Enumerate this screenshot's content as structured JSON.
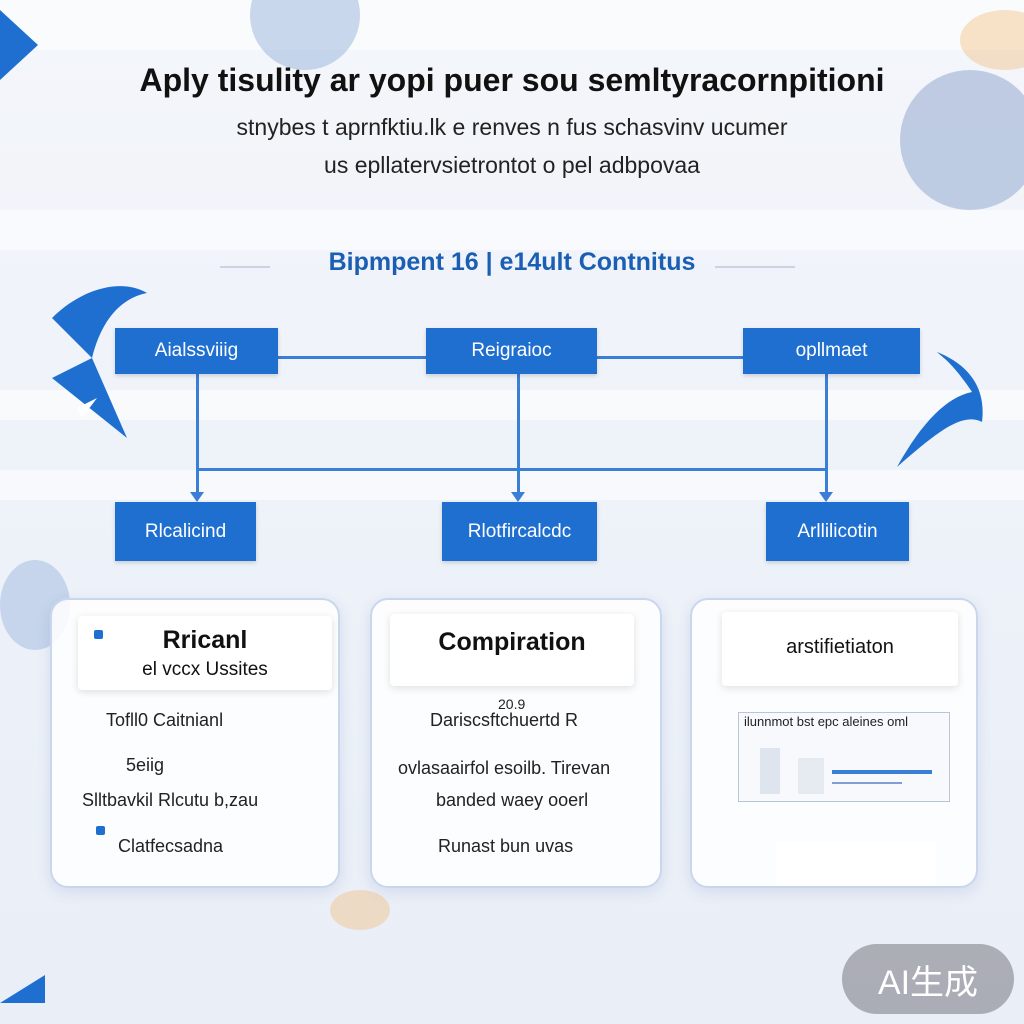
{
  "header": {
    "title": "Aply tisulity ar yopi puer sou semltyracornpitioni",
    "subtitle_line1": "stnybes t aprnfktiu.lk e renves n fus schasvinv ucumer",
    "subtitle_line2": "us epllatervsietrontot o pel adbpovaa"
  },
  "diagram": {
    "section_title": "Bipmpent 16 | e14ult Contnitus",
    "top_nodes": [
      "Aialssviiig",
      "Reigraioc",
      "opllmaet"
    ],
    "bottom_nodes": [
      "Rlcalicind",
      "Rlotfircalcdc",
      "Arllilicotin"
    ]
  },
  "cards": [
    {
      "heading": "Rricanl",
      "subheading": "el vccx Ussites",
      "lines": [
        "Tofll0 Caitnianl",
        "5eiig",
        "Slltbavkil Rlcutu b,zau",
        "Clatfecsadna"
      ]
    },
    {
      "heading": "Compiration",
      "caption": "20.9",
      "lines": [
        "Dariscsftchuertd R",
        "ovlasaairfol esoilb. Tirevan",
        "banded waey ooerl",
        "Runast bun uvas"
      ]
    },
    {
      "heading": "arstifietiaton",
      "lines": [
        "ilunnmot bst epc aleines oml"
      ]
    }
  ],
  "badge": {
    "label": "AI生成"
  },
  "colors": {
    "accent": "#1f6fd1",
    "title_blue": "#1a5fb4",
    "line_blue": "#3a7fd6"
  }
}
